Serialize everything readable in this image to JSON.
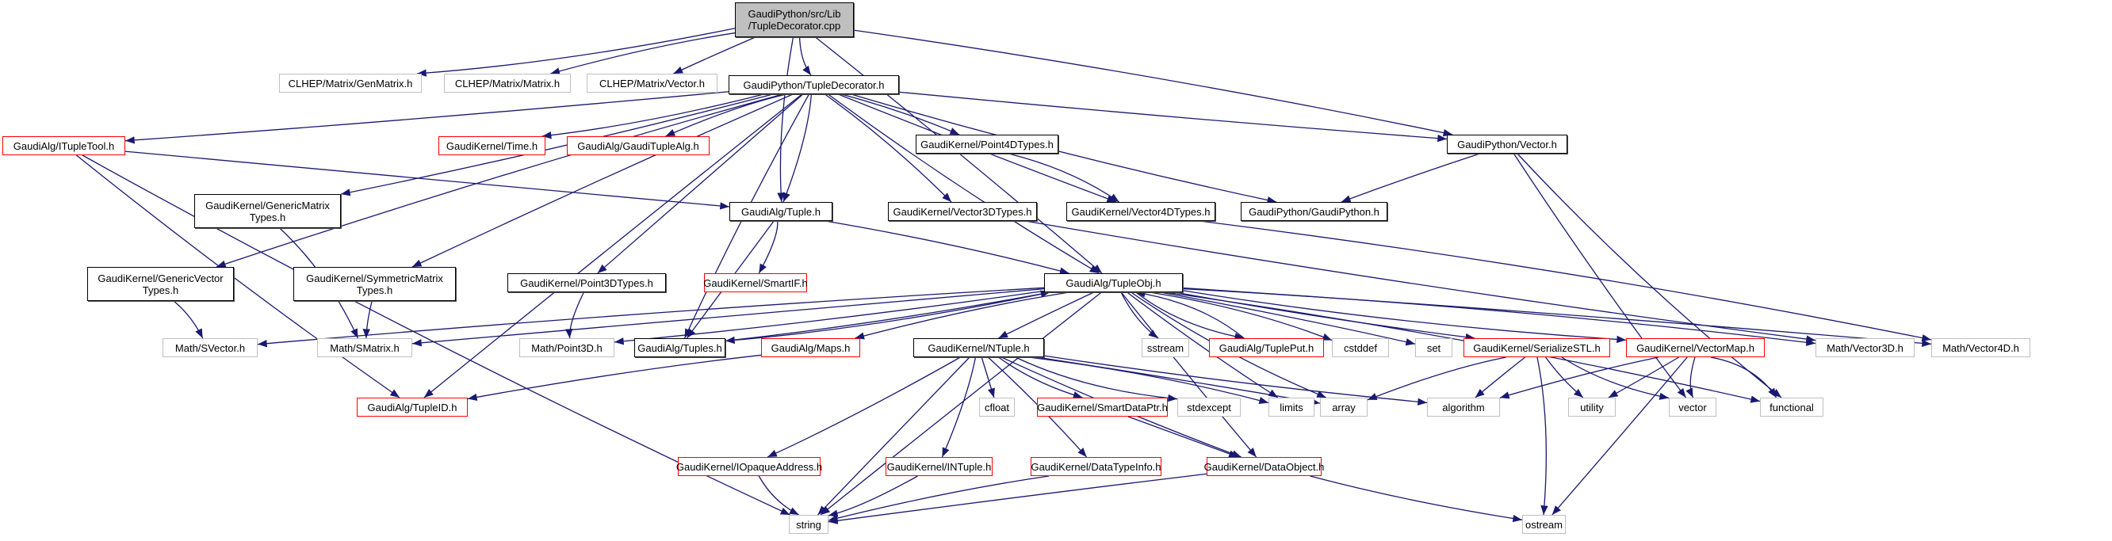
{
  "graph": {
    "title": "Include dependency graph for TupleDecorator.cpp",
    "colors": {
      "edge": "#191970",
      "documented_border": "#000000",
      "undocumented_border": "#ff0000",
      "external_border": "#bfbfbf",
      "root_fill": "#bfbfbf"
    },
    "nodes": [
      {
        "id": "root",
        "label": "GaudiPython/src/Lib\n/TupleDecorator.cpp",
        "kind": "root"
      },
      {
        "id": "genmatrix",
        "label": "CLHEP/Matrix/GenMatrix.h",
        "kind": "gray"
      },
      {
        "id": "matrix",
        "label": "CLHEP/Matrix/Matrix.h",
        "kind": "gray"
      },
      {
        "id": "vector_clhep",
        "label": "CLHEP/Matrix/Vector.h",
        "kind": "gray"
      },
      {
        "id": "tupledec_h",
        "label": "GaudiPython/TupleDecorator.h",
        "kind": "black"
      },
      {
        "id": "ituple",
        "label": "GaudiAlg/ITupleTool.h",
        "kind": "red"
      },
      {
        "id": "time",
        "label": "GaudiKernel/Time.h",
        "kind": "red"
      },
      {
        "id": "gtuplealg",
        "label": "GaudiAlg/GaudiTupleAlg.h",
        "kind": "red"
      },
      {
        "id": "p4d",
        "label": "GaudiKernel/Point4DTypes.h",
        "kind": "black"
      },
      {
        "id": "gpvector",
        "label": "GaudiPython/Vector.h",
        "kind": "black"
      },
      {
        "id": "genmattypes",
        "label": "GaudiKernel/GenericMatrix\nTypes.h",
        "kind": "black"
      },
      {
        "id": "tuple",
        "label": "GaudiAlg/Tuple.h",
        "kind": "black"
      },
      {
        "id": "v3dtypes",
        "label": "GaudiKernel/Vector3DTypes.h",
        "kind": "black"
      },
      {
        "id": "v4dtypes",
        "label": "GaudiKernel/Vector4DTypes.h",
        "kind": "black"
      },
      {
        "id": "gaudipython",
        "label": "GaudiPython/GaudiPython.h",
        "kind": "black"
      },
      {
        "id": "genvectypes",
        "label": "GaudiKernel/GenericVector\nTypes.h",
        "kind": "black"
      },
      {
        "id": "symmattypes",
        "label": "GaudiKernel/SymmetricMatrix\nTypes.h",
        "kind": "black"
      },
      {
        "id": "p3dtypes",
        "label": "GaudiKernel/Point3DTypes.h",
        "kind": "black"
      },
      {
        "id": "smartif",
        "label": "GaudiKernel/SmartIF.h",
        "kind": "red"
      },
      {
        "id": "tupleobj",
        "label": "GaudiAlg/TupleObj.h",
        "kind": "black"
      },
      {
        "id": "svector",
        "label": "Math/SVector.h",
        "kind": "gray"
      },
      {
        "id": "smatrix",
        "label": "Math/SMatrix.h",
        "kind": "gray"
      },
      {
        "id": "point3d",
        "label": "Math/Point3D.h",
        "kind": "gray"
      },
      {
        "id": "tuples",
        "label": "GaudiAlg/Tuples.h",
        "kind": "black"
      },
      {
        "id": "maps",
        "label": "GaudiAlg/Maps.h",
        "kind": "red"
      },
      {
        "id": "ntuple",
        "label": "GaudiKernel/NTuple.h",
        "kind": "black"
      },
      {
        "id": "sstream",
        "label": "sstream",
        "kind": "gray"
      },
      {
        "id": "tupleput",
        "label": "GaudiAlg/TuplePut.h",
        "kind": "red"
      },
      {
        "id": "cstddef",
        "label": "cstddef",
        "kind": "gray"
      },
      {
        "id": "set",
        "label": "set",
        "kind": "gray"
      },
      {
        "id": "serstl",
        "label": "GaudiKernel/SerializeSTL.h",
        "kind": "red"
      },
      {
        "id": "vectormap",
        "label": "GaudiKernel/VectorMap.h",
        "kind": "red"
      },
      {
        "id": "vector3d",
        "label": "Math/Vector3D.h",
        "kind": "gray"
      },
      {
        "id": "vector4d",
        "label": "Math/Vector4D.h",
        "kind": "gray"
      },
      {
        "id": "tupleid",
        "label": "GaudiAlg/TupleID.h",
        "kind": "red"
      },
      {
        "id": "cfloat",
        "label": "cfloat",
        "kind": "gray"
      },
      {
        "id": "smartdataptr",
        "label": "GaudiKernel/SmartDataPtr.h",
        "kind": "red"
      },
      {
        "id": "stdexcept",
        "label": "stdexcept",
        "kind": "gray"
      },
      {
        "id": "limits",
        "label": "limits",
        "kind": "gray"
      },
      {
        "id": "array",
        "label": "array",
        "kind": "gray"
      },
      {
        "id": "algorithm",
        "label": "algorithm",
        "kind": "gray"
      },
      {
        "id": "utility",
        "label": "utility",
        "kind": "gray"
      },
      {
        "id": "vector",
        "label": "vector",
        "kind": "gray"
      },
      {
        "id": "functional",
        "label": "functional",
        "kind": "gray"
      },
      {
        "id": "iopaque",
        "label": "GaudiKernel/IOpaqueAddress.h",
        "kind": "red"
      },
      {
        "id": "intuple",
        "label": "GaudiKernel/INTuple.h",
        "kind": "red"
      },
      {
        "id": "datatypeinfo",
        "label": "GaudiKernel/DataTypeInfo.h",
        "kind": "red"
      },
      {
        "id": "dataobject",
        "label": "GaudiKernel/DataObject.h",
        "kind": "red"
      },
      {
        "id": "string",
        "label": "string",
        "kind": "gray"
      },
      {
        "id": "ostream",
        "label": "ostream",
        "kind": "gray"
      }
    ],
    "edges": [
      [
        "root",
        "genmatrix"
      ],
      [
        "root",
        "matrix"
      ],
      [
        "root",
        "vector_clhep"
      ],
      [
        "root",
        "tupledec_h"
      ],
      [
        "root",
        "tuple"
      ],
      [
        "root",
        "gpvector"
      ],
      [
        "root",
        "tupleobj"
      ],
      [
        "tupledec_h",
        "ituple"
      ],
      [
        "tupledec_h",
        "time"
      ],
      [
        "tupledec_h",
        "gtuplealg"
      ],
      [
        "tupledec_h",
        "p4d"
      ],
      [
        "tupledec_h",
        "gpvector"
      ],
      [
        "tupledec_h",
        "genmattypes"
      ],
      [
        "tupledec_h",
        "tuple"
      ],
      [
        "tupledec_h",
        "v3dtypes"
      ],
      [
        "tupledec_h",
        "v4dtypes"
      ],
      [
        "tupledec_h",
        "gaudipython"
      ],
      [
        "tupledec_h",
        "genvectypes"
      ],
      [
        "tupledec_h",
        "symmattypes"
      ],
      [
        "tupledec_h",
        "p3dtypes"
      ],
      [
        "tupledec_h",
        "tupleobj"
      ],
      [
        "tupledec_h",
        "tuples"
      ],
      [
        "tupledec_h",
        "tupleid"
      ],
      [
        "ituple",
        "tuple"
      ],
      [
        "ituple",
        "tupleid"
      ],
      [
        "ituple",
        "string"
      ],
      [
        "p4d",
        "v4dtypes"
      ],
      [
        "gpvector",
        "gaudipython"
      ],
      [
        "gpvector",
        "vector"
      ],
      [
        "gpvector",
        "functional"
      ],
      [
        "genmattypes",
        "smatrix"
      ],
      [
        "genvectypes",
        "svector"
      ],
      [
        "symmattypes",
        "smatrix"
      ],
      [
        "p3dtypes",
        "point3d"
      ],
      [
        "tuple",
        "smartif"
      ],
      [
        "tuple",
        "tupleobj"
      ],
      [
        "tuple",
        "tuples"
      ],
      [
        "v3dtypes",
        "vector3d"
      ],
      [
        "v4dtypes",
        "vector4d"
      ],
      [
        "tupleobj",
        "svector"
      ],
      [
        "tupleobj",
        "smatrix"
      ],
      [
        "tupleobj",
        "point3d"
      ],
      [
        "tupleobj",
        "tuples"
      ],
      [
        "tupleobj",
        "maps"
      ],
      [
        "tupleobj",
        "ntuple"
      ],
      [
        "tupleobj",
        "sstream"
      ],
      [
        "tupleobj",
        "tupleput"
      ],
      [
        "tupleobj",
        "cstddef"
      ],
      [
        "tupleobj",
        "set"
      ],
      [
        "tupleobj",
        "serstl"
      ],
      [
        "tupleobj",
        "vectormap"
      ],
      [
        "tupleobj",
        "vector3d"
      ],
      [
        "tupleobj",
        "vector4d"
      ],
      [
        "tupleobj",
        "limits"
      ],
      [
        "tupleobj",
        "array"
      ],
      [
        "tupleobj",
        "functional"
      ],
      [
        "tupleobj",
        "string"
      ],
      [
        "tupleobj",
        "dataobject"
      ],
      [
        "tuples",
        "tupleobj"
      ],
      [
        "tupleput",
        "tupleobj"
      ],
      [
        "maps",
        "tupleid"
      ],
      [
        "ntuple",
        "cfloat"
      ],
      [
        "ntuple",
        "smartdataptr"
      ],
      [
        "ntuple",
        "stdexcept"
      ],
      [
        "ntuple",
        "limits"
      ],
      [
        "ntuple",
        "array"
      ],
      [
        "ntuple",
        "algorithm"
      ],
      [
        "ntuple",
        "iopaque"
      ],
      [
        "ntuple",
        "intuple"
      ],
      [
        "ntuple",
        "datatypeinfo"
      ],
      [
        "ntuple",
        "dataobject"
      ],
      [
        "ntuple",
        "string"
      ],
      [
        "serstl",
        "array"
      ],
      [
        "serstl",
        "algorithm"
      ],
      [
        "serstl",
        "utility"
      ],
      [
        "serstl",
        "vector"
      ],
      [
        "serstl",
        "ostream"
      ],
      [
        "vectormap",
        "algorithm"
      ],
      [
        "vectormap",
        "utility"
      ],
      [
        "vectormap",
        "vector"
      ],
      [
        "vectormap",
        "functional"
      ],
      [
        "vectormap",
        "ostream"
      ],
      [
        "smartdataptr",
        "dataobject"
      ],
      [
        "iopaque",
        "string"
      ],
      [
        "intuple",
        "string"
      ],
      [
        "datatypeinfo",
        "string"
      ],
      [
        "dataobject",
        "string"
      ],
      [
        "dataobject",
        "ostream"
      ]
    ]
  }
}
